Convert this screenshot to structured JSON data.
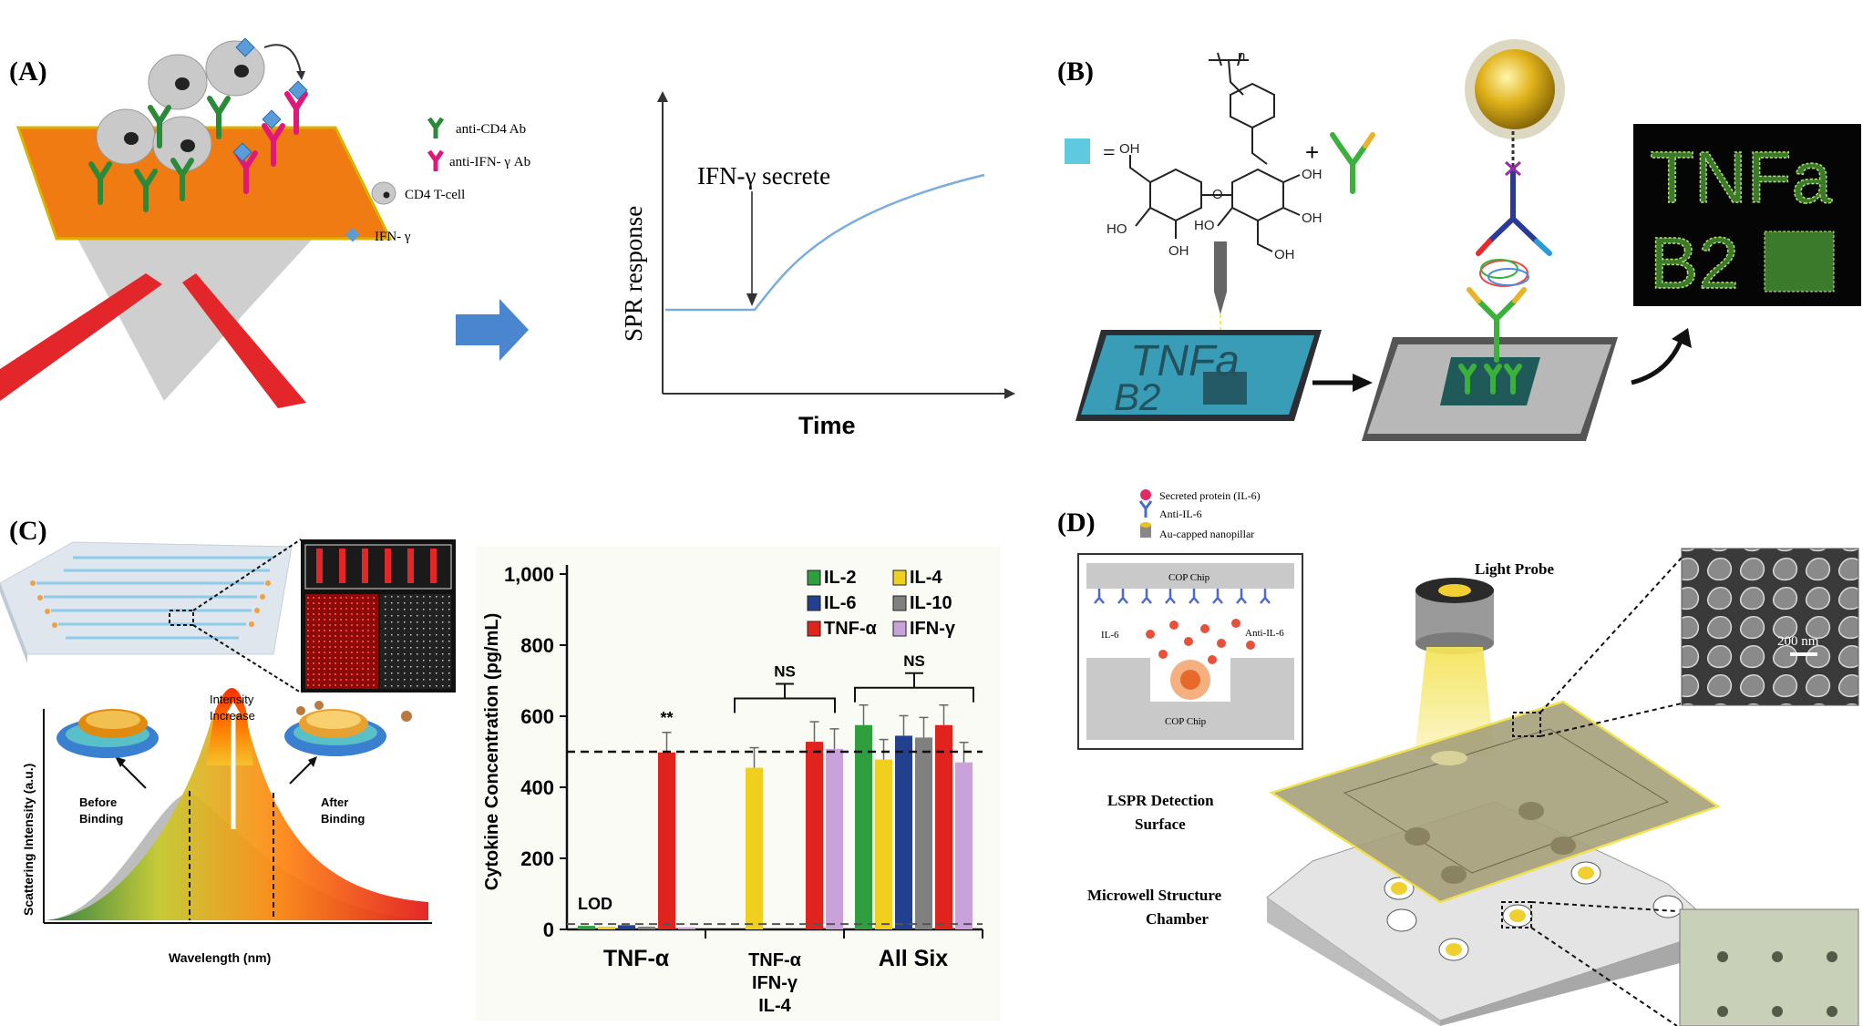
{
  "panels": {
    "a": {
      "label": "(A)",
      "legend": {
        "anti_cd4": "anti-CD4 Ab",
        "anti_ifn": "anti-IFN- γ Ab",
        "cd4_cell": "CD4 T-cell",
        "ifn": "IFN- γ"
      },
      "plot": {
        "ylabel": "SPR response",
        "xlabel": "Time",
        "annotation": "IFN-γ secrete"
      }
    },
    "b": {
      "label": "(B)",
      "subscript_n": "n",
      "eq": "=",
      "plus": "+",
      "chip_text": [
        "TNFa",
        "B2"
      ],
      "result_text": [
        "TNFa",
        "B2"
      ],
      "oh": "OH",
      "ho": "HO",
      "o": "O"
    },
    "c": {
      "label": "(C)",
      "spectrum": {
        "ylabel": "Scattering Intensity (a.u.)",
        "xlabel": "Wavelength (nm)",
        "before": [
          "Before",
          "Binding"
        ],
        "after": [
          "After",
          "Binding"
        ],
        "increase": [
          "Intensity",
          "Increase"
        ]
      }
    },
    "d": {
      "label": "(D)",
      "legend": {
        "secreted": "Secreted protein (IL-6)",
        "anti": "Anti-IL-6",
        "pillar": "Au-capped nanopillar"
      },
      "inset": {
        "top": "COP Chip",
        "bottom": "COP Chip",
        "il6": "IL-6",
        "anti": "Anti-IL-6"
      },
      "light_probe": "Light Probe",
      "lspr": [
        "LSPR Detection",
        "Surface"
      ],
      "microwell": [
        "Microwell Structure",
        "Chamber"
      ],
      "scale": "200 nm"
    }
  },
  "chart_data": {
    "type": "bar",
    "ylabel": "Cytokine Concentration (pg/mL)",
    "ylim": [
      0,
      1000
    ],
    "yticks": [
      "0",
      "200",
      "400",
      "600",
      "800",
      "1,000"
    ],
    "groups": [
      [
        "TNF-α"
      ],
      [
        "TNF-α",
        "IFN-γ",
        "IL-4"
      ],
      [
        "All Six"
      ]
    ],
    "series": [
      {
        "name": "IL-2",
        "color": "#2e9e3e",
        "values": [
          10,
          0,
          575
        ]
      },
      {
        "name": "IL-4",
        "color": "#f0cf1e",
        "values": [
          8,
          455,
          478
        ]
      },
      {
        "name": "IL-6",
        "color": "#23408e",
        "values": [
          12,
          0,
          545
        ]
      },
      {
        "name": "IL-10",
        "color": "#808080",
        "values": [
          8,
          0,
          540
        ]
      },
      {
        "name": "TNF-α",
        "color": "#e0231d",
        "values": [
          498,
          528,
          575
        ]
      },
      {
        "name": "IFN-γ",
        "color": "#c8a2d8",
        "values": [
          6,
          508,
          470
        ]
      }
    ],
    "reference_line": 500,
    "lod_line": 15,
    "annotations": {
      "lod": "LOD",
      "sig": "**",
      "ns": "NS"
    }
  }
}
